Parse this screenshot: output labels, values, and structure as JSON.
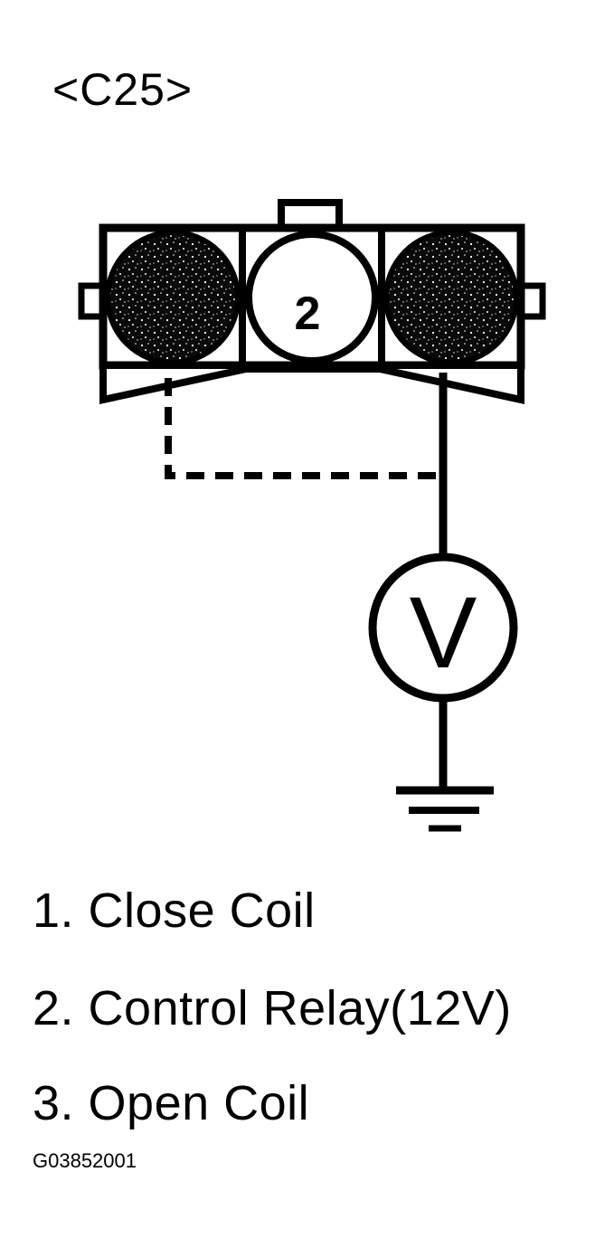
{
  "connector": {
    "id": "<C25>",
    "center_pin_label": "2",
    "meter_label": "V"
  },
  "legend": [
    {
      "number": "1",
      "text": "1. Close Coil"
    },
    {
      "number": "2",
      "text": "2. Control Relay(12V)"
    },
    {
      "number": "3",
      "text": "3. Open Coil"
    }
  ],
  "figure_code": "G03852001",
  "icons": {
    "voltmeter": "voltmeter-icon",
    "ground": "ground-icon"
  }
}
